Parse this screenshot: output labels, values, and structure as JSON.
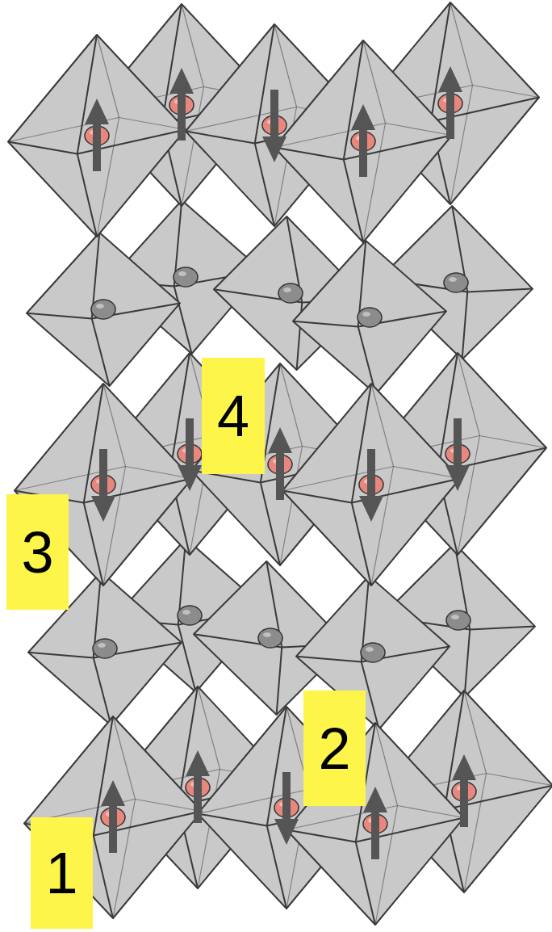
{
  "diagram": {
    "labels": [
      "4",
      "3",
      "2",
      "1"
    ]
  }
}
